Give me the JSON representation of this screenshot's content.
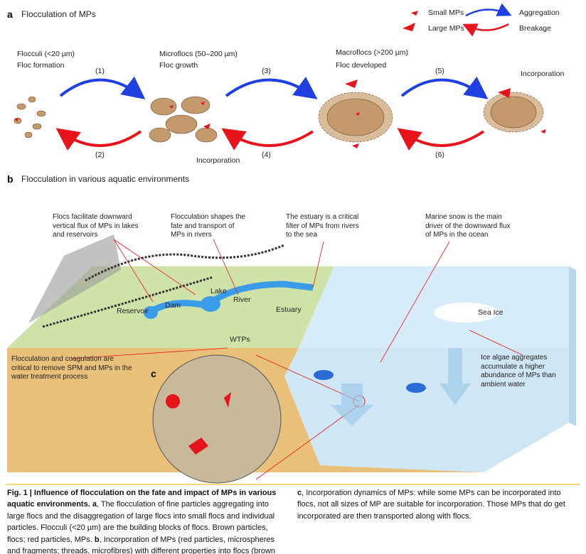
{
  "panel_a": {
    "letter": "a",
    "title": "Flocculation of MPs",
    "legend": {
      "small": "Small MPs",
      "large": "Large MPs",
      "aggregation": "Aggregation",
      "breakage": "Breakage"
    },
    "stages": [
      {
        "name": "Flocculi (<20 µm)",
        "sub": "Floc formation"
      },
      {
        "name": "Microflocs (50–200 µm)",
        "sub": "Floc growth"
      },
      {
        "name": "Macroflocs (>200 µm)",
        "sub": "Floc developed"
      }
    ],
    "steps": [
      "(1)",
      "(2)",
      "(3)",
      "(4)",
      "(5)",
      "(6)"
    ],
    "incorporation": "Incorporation"
  },
  "panel_b": {
    "letter": "b",
    "title": "Flocculation in various aquatic environments",
    "annotations": [
      "Flocs facilitate downward\nvertical flux of MPs in lakes\nand reservoirs",
      "Flocculation shapes the\nfate and transport of\nMPs in rivers",
      "The estuary is a critical\nfilter of MPs from rivers\nto the sea",
      "Marine snow is the main\ndriver of the downward flux\nof MPs in the ocean",
      "Flocculation and coagulation are\ncritical to remove SPM and MPs in the\nwater treatment process",
      "Ice algae aggregates\naccumulate a higher\nabundance of MPs than\nambient water"
    ],
    "labels": {
      "lake": "Lake",
      "river": "River",
      "reservoir": "Reservoir",
      "dam": "Dam",
      "estuary": "Estuary",
      "wtps": "WTPs",
      "sea_ice": "Sea Ice"
    },
    "inset_letter": "c"
  },
  "colors": {
    "floc": "#c49a6c",
    "mp": "#e8141c",
    "aggregation": "#1f3fe0",
    "breakage": "#e8141c",
    "land": "#cfe3a8",
    "sediment": "#e8c07a",
    "water": "#d6ecf8",
    "river": "#3a9be8"
  },
  "caption": {
    "fig": "Fig. 1 | Influence of flocculation on the fate and impact of MPs in various aquatic environments.",
    "a_letter": "a",
    "a_text": ", The flocculation of fine particles aggregating into large flocs and the disaggregation of large flocs into small flocs and individual particles. Flocculi (<20 µm) are the building blocks of flocs. Brown particles, flocs; red particles, MPs.",
    "b_letter": "b",
    "b_text": ", Incorporation of MPs (red particles, microspheres and fragments; threads, microfibres) with different properties into flocs (brown particles) in multiple aquatic environments, including rivers, reservoirs, lakes, estuaries, marine environments, sea ice and water treatment plants (WTPs).",
    "c_letter": "c",
    "c_text": ", Incorporation dynamics of MPs: while some MPs can be incorporated into flocs, not all sizes of MP are suitable for incorporation. Those MPs that do get incorporated are then transported along with flocs."
  }
}
